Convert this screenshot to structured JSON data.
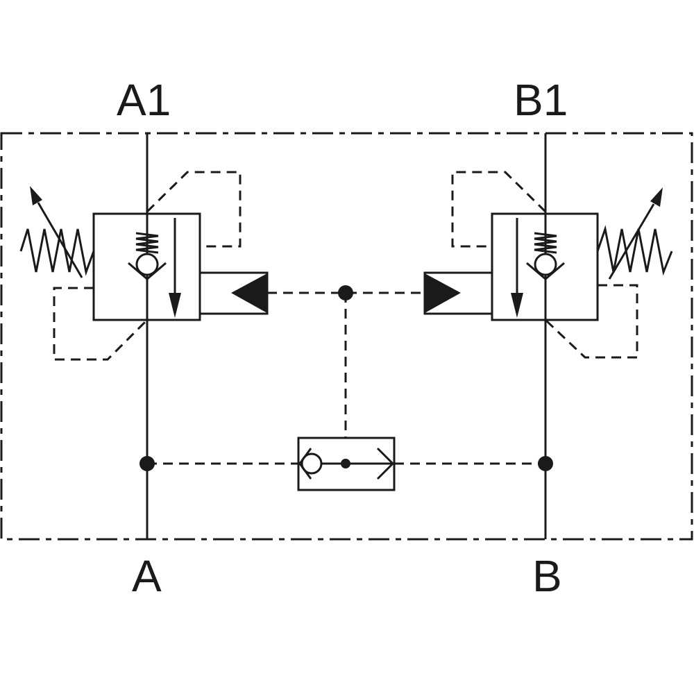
{
  "ports": {
    "a1": "A1",
    "b1": "B1",
    "a": "A",
    "b": "B"
  },
  "colors": {
    "line": "#1a1a1a",
    "background": "#ffffff"
  }
}
